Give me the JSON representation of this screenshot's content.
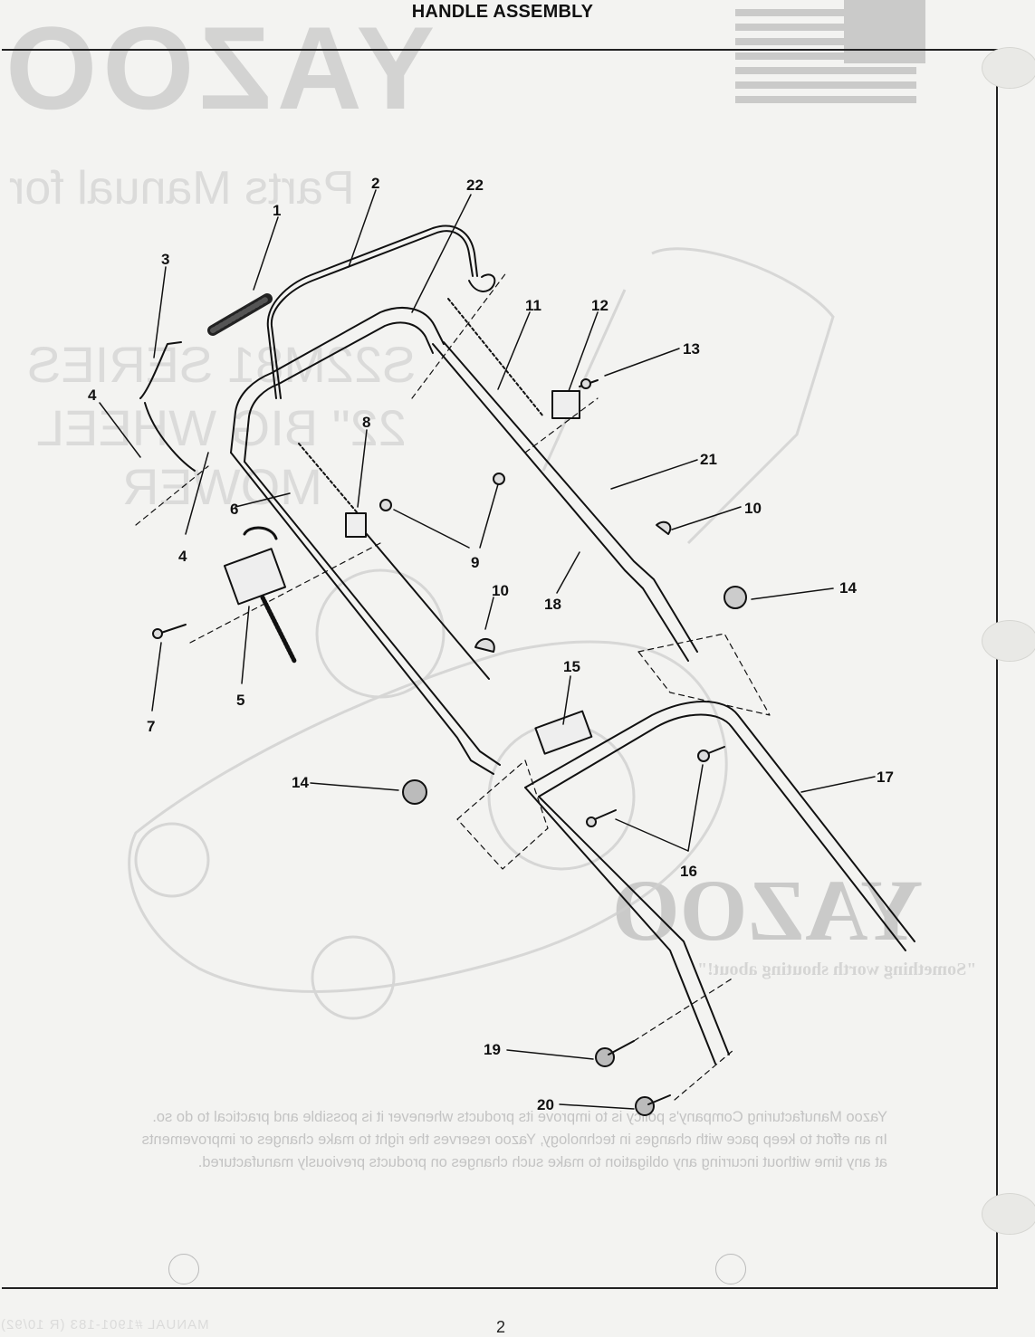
{
  "page": {
    "title": "HANDLE ASSEMBLY",
    "page_number": "2"
  },
  "bleed_through": {
    "brand": "YAZOO",
    "manual": "Parts Manual for",
    "series": "S22M81 SERIES",
    "wheel": "22\" BIG WHEEL",
    "mower": "MOWER",
    "brand_logo": "YAZOO",
    "tagline": "\"Something worth shouting about!\"",
    "paragraph": "Yazoo Manufacturing Company's policy is to improve its products whenever it is possible and practical to do so. In an effort to keep pace with changes in technology, Yazoo reserves the right to make changes or improvements at any time without incurring any obligation to make such changes on products previously manufactured.",
    "footer": "MANUAL #1901-183 (R 10/92)"
  },
  "callouts": [
    "1",
    "2",
    "3",
    "4",
    "4",
    "5",
    "6",
    "7",
    "8",
    "9",
    "10",
    "10",
    "11",
    "12",
    "13",
    "14",
    "14",
    "15",
    "16",
    "17",
    "18",
    "19",
    "20",
    "21",
    "22"
  ],
  "colors": {
    "ink": "#111111",
    "paper": "#f3f3f1",
    "ghost": "#c8c8c8"
  }
}
